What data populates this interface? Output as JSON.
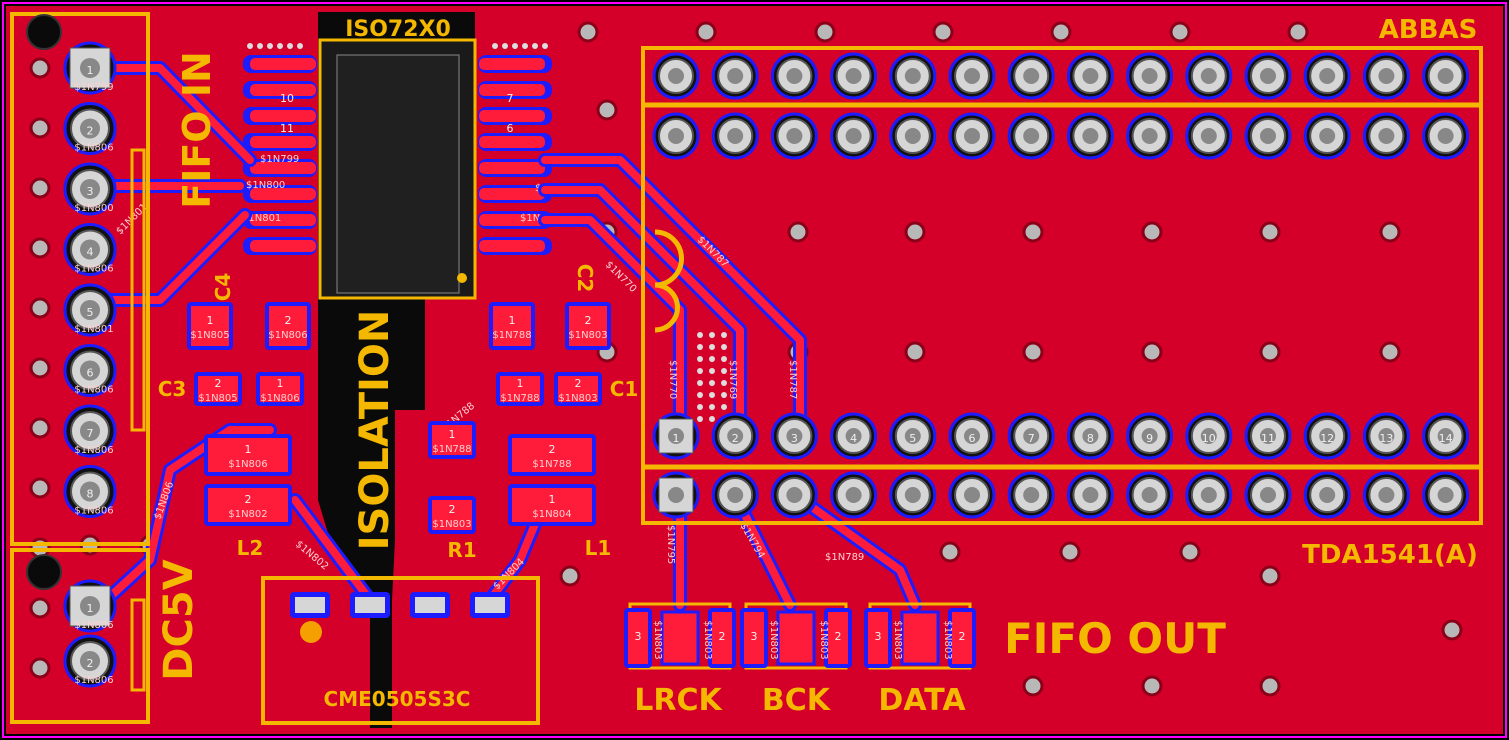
{
  "colors": {
    "background": "#000000",
    "board_outline": "#ff00ff",
    "copper_top": "#e8002a",
    "copper_bottom": "#1c1cff",
    "silkscreen": "#f5b800",
    "via": "#b0b0b0",
    "isolation_gap": "#0a0a0a"
  },
  "labels": {
    "author": "ABBAS",
    "isolator_chip": "ISO72X0",
    "isolation": "ISOLATION",
    "fifo_in": "FIFO IN",
    "fifo_out": "FIFO OUT",
    "dc5v": "DC5V",
    "dac_chip": "TDA1541(A)",
    "dcdc_module": "CME0505S3C",
    "lrck": "LRCK",
    "bck": "BCK",
    "data": "DATA",
    "c1": "C1",
    "c2": "C2",
    "c3": "C3",
    "c4": "C4",
    "r1": "R1",
    "l1": "L1",
    "l2": "L2"
  },
  "fifo_in_header": {
    "pin_numbers": [
      "1",
      "2",
      "3",
      "4",
      "5",
      "6",
      "7",
      "8"
    ],
    "nets": [
      "$1N799",
      "$1N806",
      "$1N800",
      "$1N806",
      "$1N801",
      "$1N806",
      "$1N806",
      "$1N806"
    ]
  },
  "dc_header": {
    "pin_numbers": [
      "1",
      "2"
    ],
    "nets": [
      "$1N806",
      "$1N806"
    ]
  },
  "isolator_pads": {
    "left_pin_labels": [
      "10",
      "11"
    ],
    "right_pin_labels": [
      "7",
      "6"
    ],
    "left_nets": [
      "$1N799",
      "$1N800",
      "$1N801"
    ],
    "right_nets": [
      "$1N787",
      "$1N769",
      "$1N770"
    ]
  },
  "smd_parts": {
    "c4": {
      "pad1": "1",
      "pad2": "2",
      "net1": "$1N805",
      "net2": "$1N806"
    },
    "c2": {
      "pad1": "1",
      "pad2": "2",
      "net1": "$1N788",
      "net2": "$1N803"
    },
    "c3": {
      "pad1": "2",
      "pad2": "1",
      "net1": "$1N805",
      "net2": "$1N806"
    },
    "c1": {
      "pad1": "1",
      "pad2": "2",
      "net1": "$1N788",
      "net2": "$1N803"
    },
    "l2": {
      "pad1": "1",
      "pad2": "2",
      "net1": "$1N806",
      "net2": "$1N802"
    },
    "l1": {
      "pad1": "2",
      "pad2": "1",
      "net1": "$1N788",
      "net2": "$1N804"
    },
    "r1": {
      "pad1": "1",
      "pad2": "2",
      "net1": "$1N788",
      "net2": "$1N803"
    }
  },
  "trace_nets": {
    "n788": "$1N788",
    "n802": "$1N802",
    "n804": "$1N804",
    "n770": "$1N770",
    "n769": "$1N769",
    "n787": "$1N787",
    "n795": "$1N795",
    "n794": "$1N794",
    "n789": "$1N789"
  },
  "fifo_out_resistors": [
    {
      "pad3": "3",
      "pad2": "2",
      "net_a": "$1N803",
      "net_b": "$1N803"
    },
    {
      "pad3": "3",
      "pad2": "2",
      "net_a": "$1N803",
      "net_b": "$1N803"
    },
    {
      "pad3": "3",
      "pad2": "2",
      "net_a": "$1N803",
      "net_b": "$1N803"
    }
  ],
  "dac_socket": {
    "bottom_row_labels": [
      "1",
      "2",
      "3",
      "4",
      "5",
      "6",
      "7",
      "8",
      "9",
      "10",
      "11",
      "12",
      "13",
      "14"
    ]
  }
}
